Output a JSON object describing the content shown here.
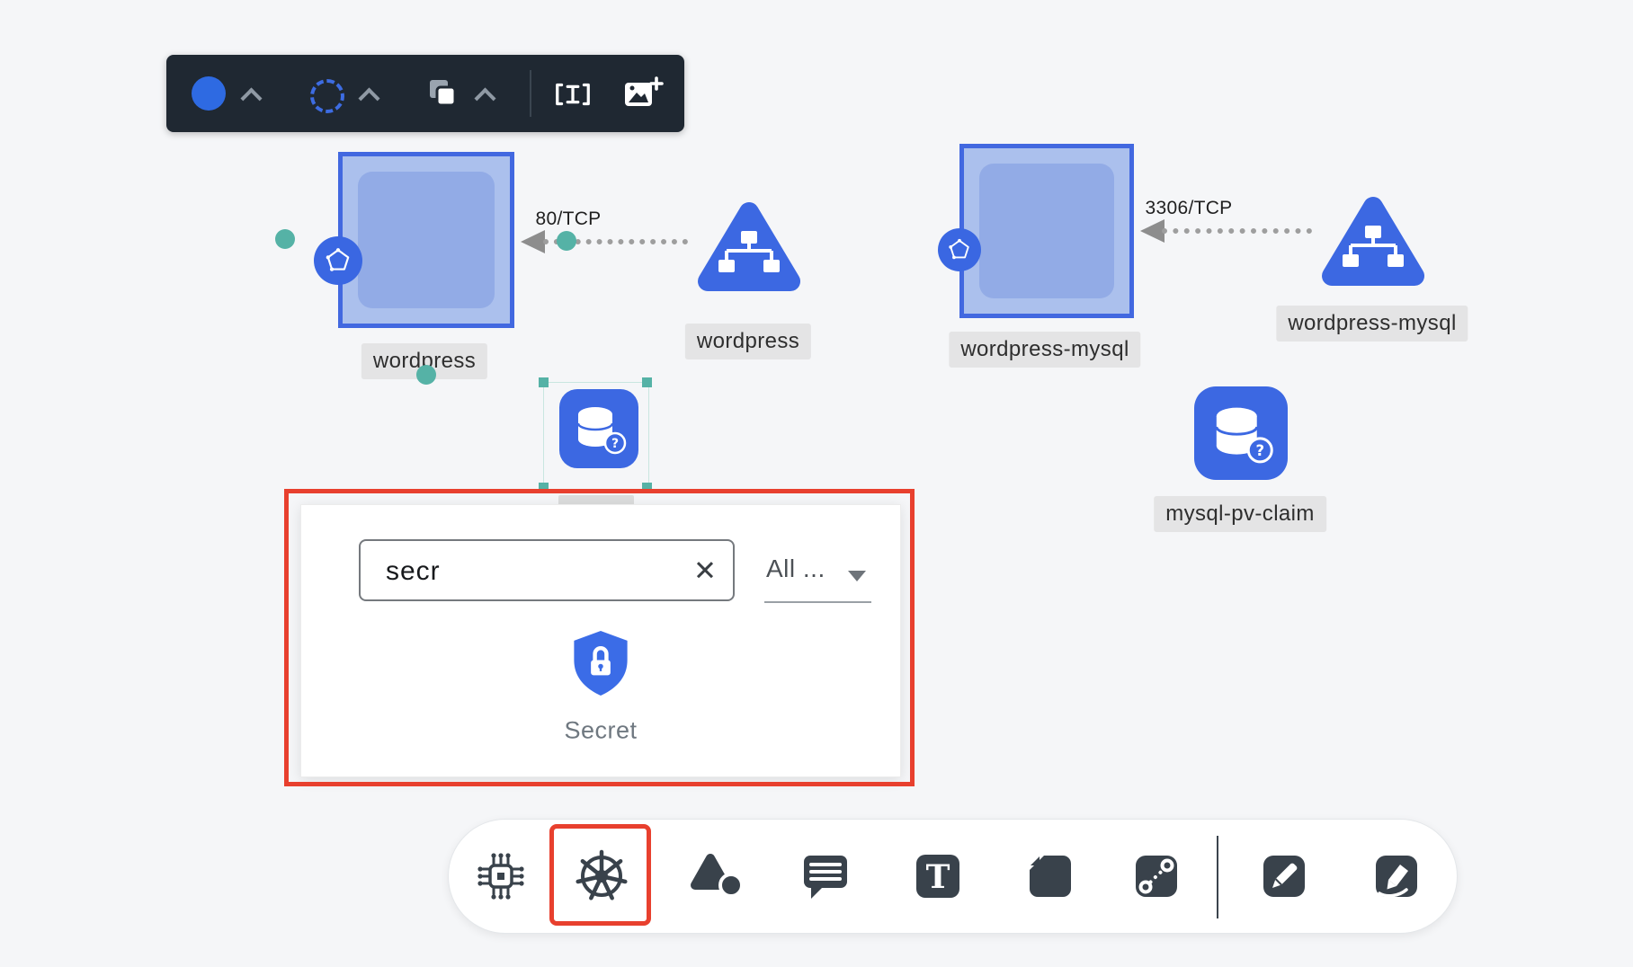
{
  "canvas": {
    "nodes": {
      "wordpress_deployment_label": "wordpress",
      "wordpress_service_label": "wordpress",
      "mysql_deployment_label": "wordpress-mysql",
      "mysql_service_label": "wordpress-mysql",
      "mysql_pv_claim_label": "mysql-pv-claim"
    },
    "edges": {
      "wordpress_port_label": "80/TCP",
      "mysql_port_label": "3306/TCP"
    }
  },
  "shape_picker": {
    "search_value": "secr",
    "filter_value": "All ...",
    "result_label": "Secret"
  },
  "toolbars": {
    "top_tools": [
      "fill-color",
      "stroke-style",
      "arrange-layers",
      "resize-text",
      "insert-image"
    ],
    "bottom_tools": [
      "infrastructure-shapes",
      "kubernetes-shapes",
      "basic-shapes",
      "comment",
      "text",
      "sticky-note",
      "connector",
      "pen",
      "highlighter"
    ],
    "bottom_active_tool": "kubernetes-shapes"
  },
  "icons": {
    "clear_glyph": "✕"
  },
  "colors": {
    "accent_blue": "#3c68e2",
    "node_fill_blue": "#abc0ed",
    "annotation_red": "#e8402e",
    "handle_teal": "#55b2a6",
    "toolbar_dark": "#1f2832",
    "icon_dark": "#39424b",
    "canvas_bg": "#f5f6f8"
  }
}
